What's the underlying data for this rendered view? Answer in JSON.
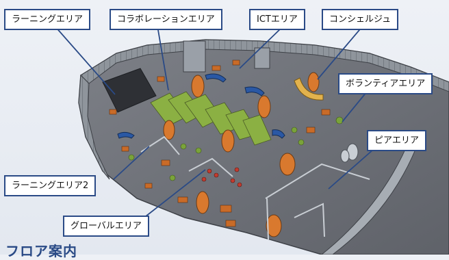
{
  "labels": {
    "learning": "ラーニングエリア",
    "collab": "コラボレーションエリア",
    "ict": "ICTエリア",
    "concierge": "コンシェルジュ",
    "volunteer": "ボランティアエリア",
    "peer": "ピアエリア",
    "learning2": "ラーニングエリア2",
    "global": "グローバルエリア"
  },
  "heading": "フロア案内"
}
